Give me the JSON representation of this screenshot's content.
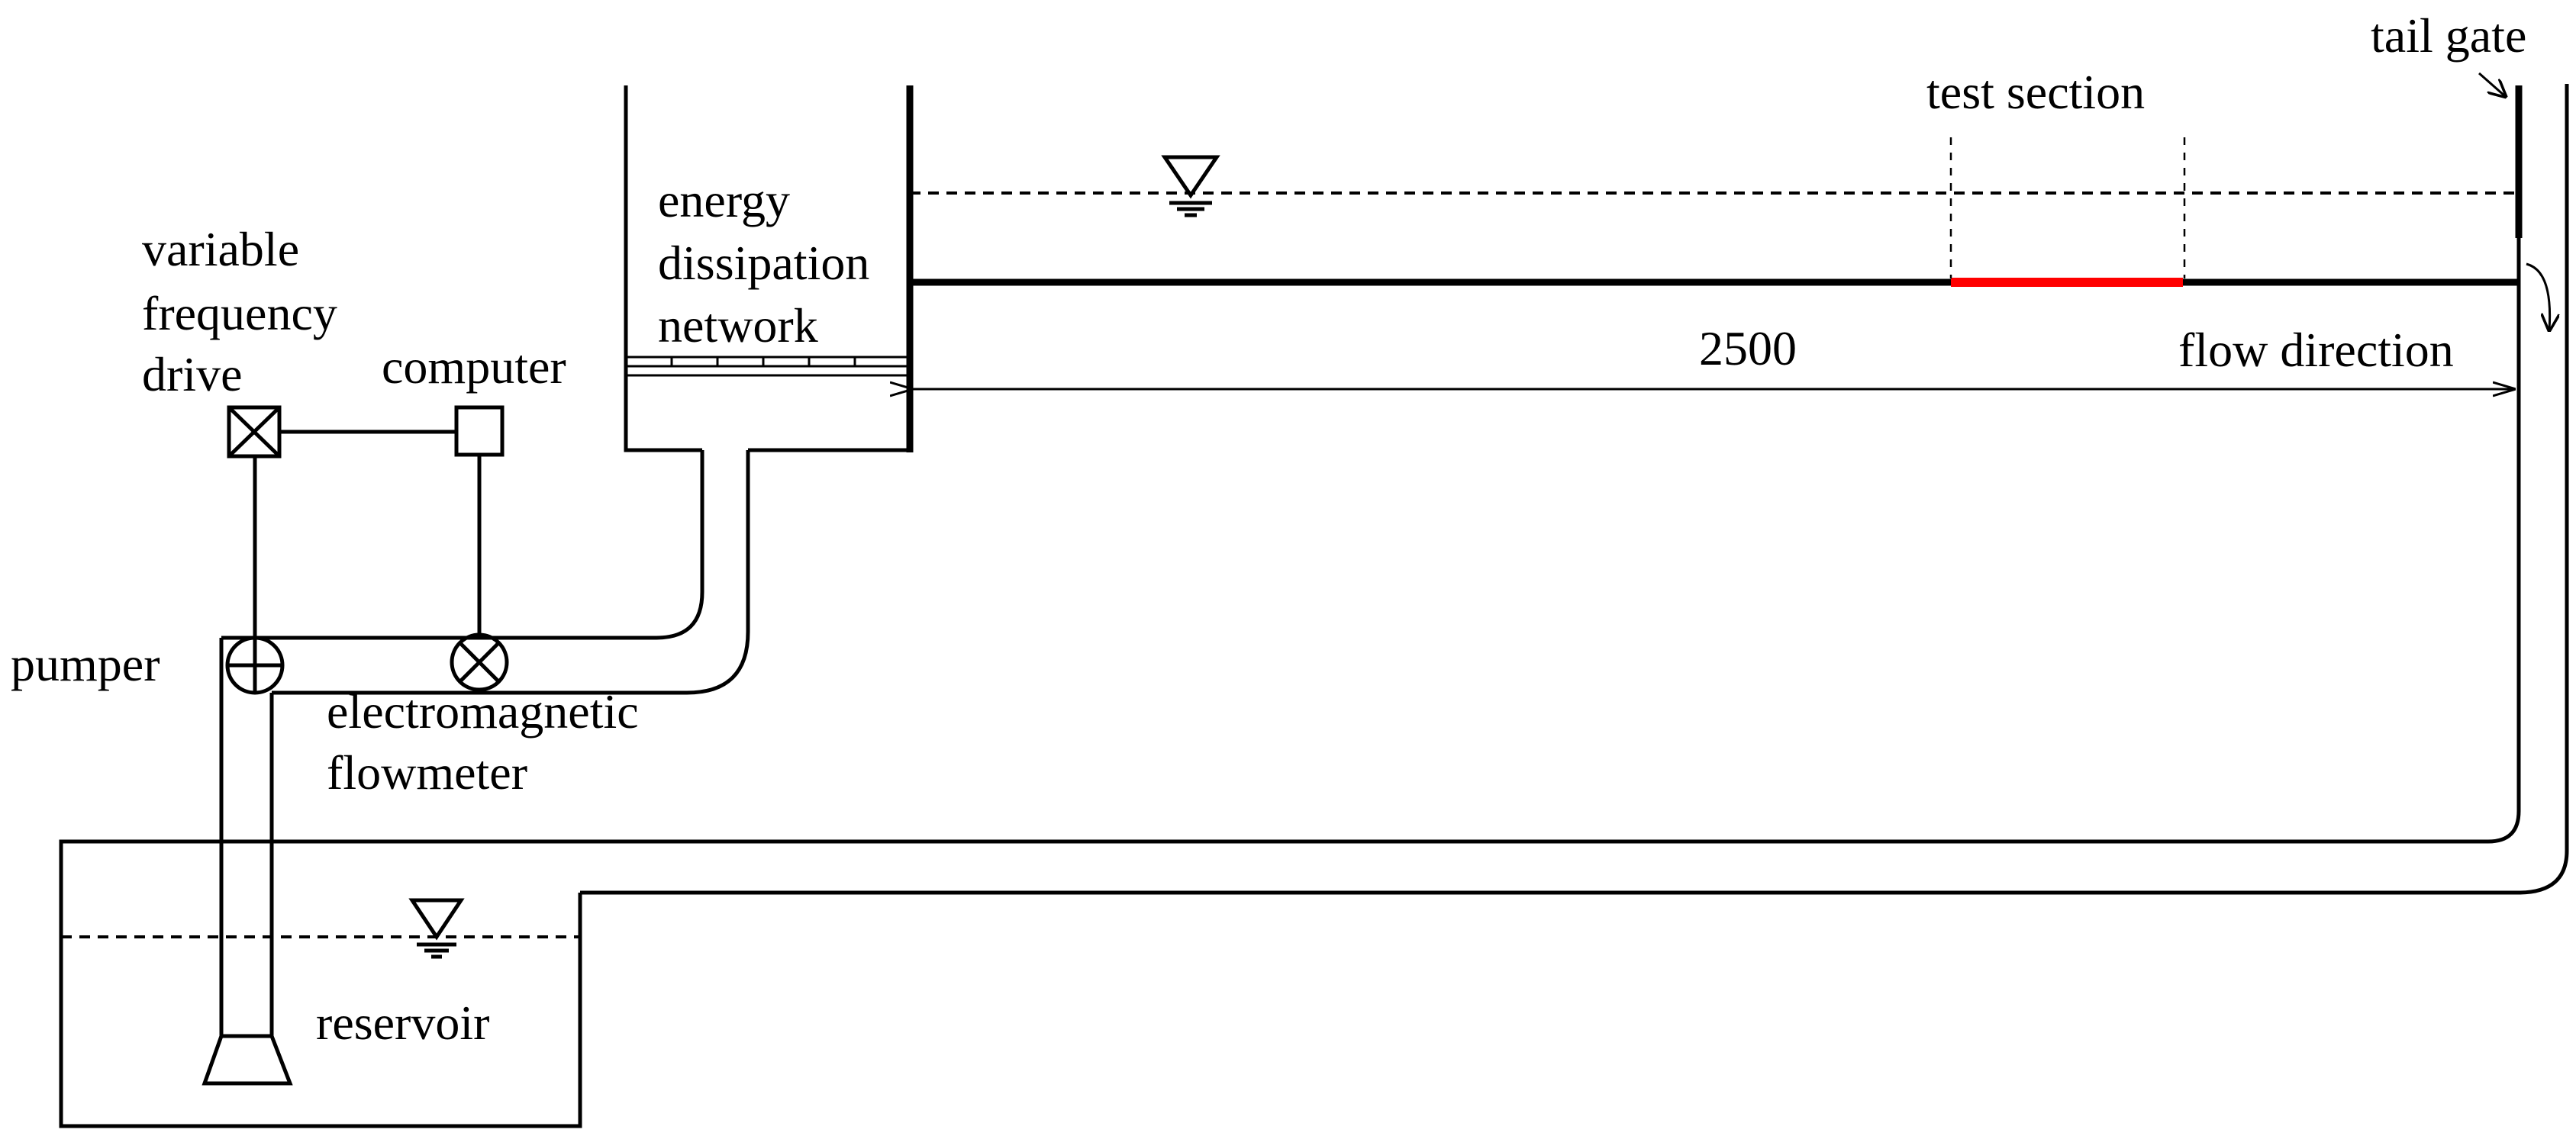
{
  "labels": {
    "variable_frequency_drive": [
      "variable",
      "frequency",
      "drive"
    ],
    "computer": "computer",
    "energy_dissipation_network": [
      "energy",
      "dissipation",
      "network"
    ],
    "test_section": "test section",
    "tail_gate": "tail gate",
    "length": "2500",
    "flow_direction": "flow direction",
    "pumper": "pumper",
    "electromagnetic_flowmeter": [
      "electromagnetic",
      "flowmeter"
    ],
    "reservoir": "reservoir"
  },
  "colors": {
    "line": "#000000",
    "test_section": "#ff0000",
    "background": "#ffffff"
  },
  "icons": {
    "vfd": "crossed-box-icon",
    "computer": "box-icon",
    "pump": "circle-plus-icon",
    "flowmeter": "circle-x-icon",
    "water_level": "water-level-triangle-icon"
  }
}
